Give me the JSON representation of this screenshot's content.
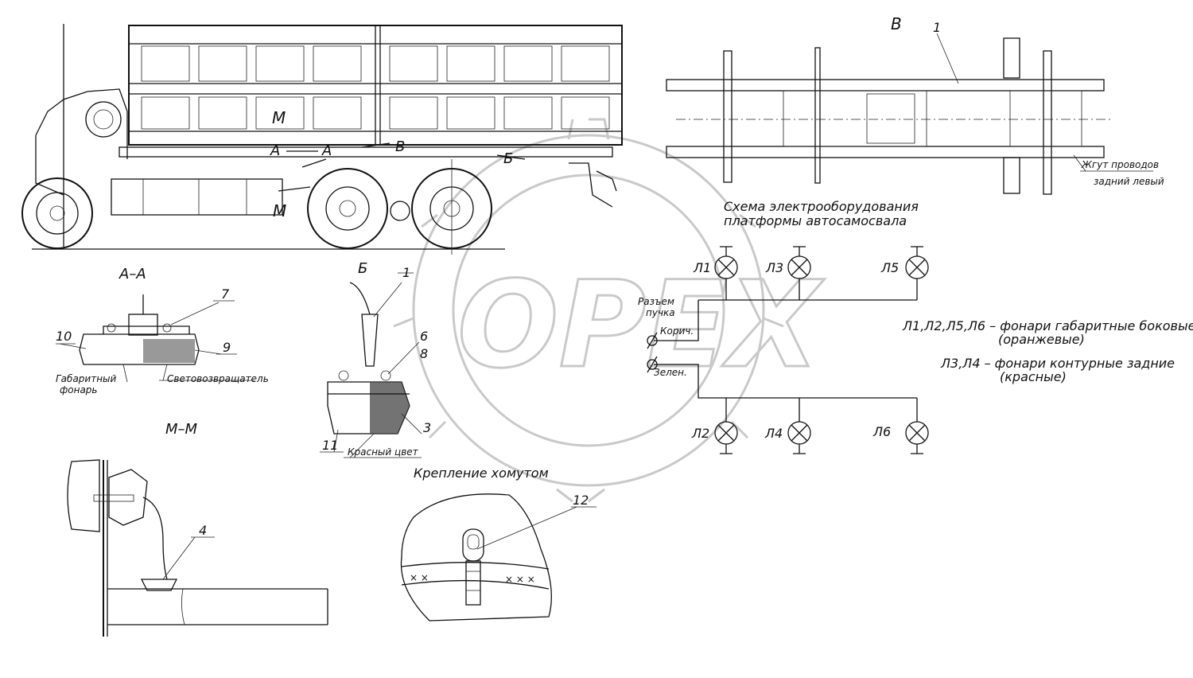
{
  "watermark": "OPEX",
  "views": {
    "view_b_letter": "В",
    "section_aa": "А–А",
    "section_b": "Б",
    "section_mm": "М–М",
    "clamp_title": "Крепление хомутом",
    "truck_labels": {
      "m1": "М",
      "a1": "А",
      "a2": "А",
      "v": "В",
      "b": "Б",
      "m2": "М"
    }
  },
  "callouts": {
    "n1_top": "1",
    "n1_b": "1",
    "n7": "7",
    "n10": "10",
    "n9": "9",
    "n6": "6",
    "n8": "8",
    "n3": "3",
    "n11": "11",
    "n4": "4",
    "n12": "12"
  },
  "part_labels": {
    "side_lamp_line1": "Габаритный",
    "side_lamp_line2": "фонарь",
    "reflector": "Световозвращатель",
    "red_color": "Красный цвет",
    "harness_line1": "Жгут проводов",
    "harness_line2": "задний левый"
  },
  "schematic": {
    "title_line1": "Схема электрооборудования",
    "title_line2": "платформы автосамосвала",
    "connector_line1": "Разъем",
    "connector_line2": "пучка",
    "wire_brown": "Корич.",
    "wire_green": "Зелен.",
    "lamps": [
      "Л1",
      "Л2",
      "Л3",
      "Л4",
      "Л5",
      "Л6"
    ],
    "legend_1_line1": "Л1,Л2,Л5,Л6 – фонари габаритные боковые",
    "legend_1_line2": "(оранжевые)",
    "legend_2_line1": "Л3,Л4 – фонари контурные задние",
    "legend_2_line2": "(красные)"
  }
}
